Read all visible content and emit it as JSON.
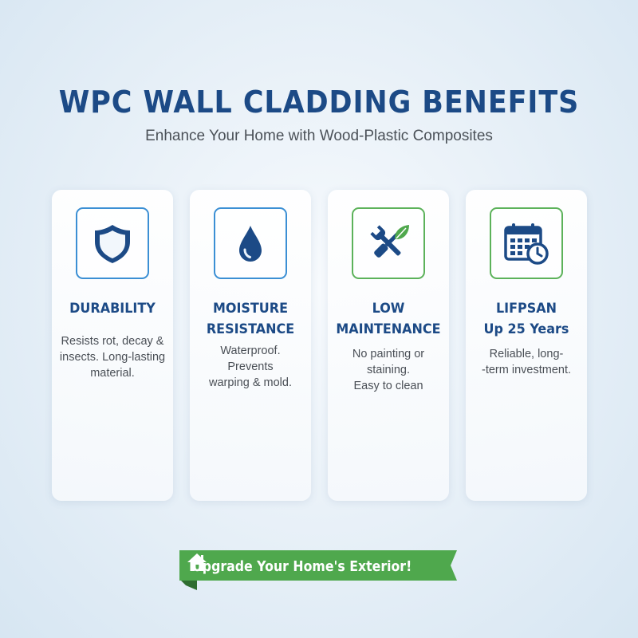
{
  "header": {
    "title": "WPC WALL CLADDING BENEFITS",
    "subtitle": "Enhance Your Home with Wood-Plastic Composites"
  },
  "colors": {
    "primary": "#1c4a86",
    "accent_blue": "#3b8fd4",
    "accent_green": "#5cb25a",
    "banner_green": "#4fa84d"
  },
  "cards": [
    {
      "icon": "shield-icon",
      "title_lines": [
        "DURABILITY"
      ],
      "desc_lines": [
        "Resists rot, decay &",
        "insects. Long-lasting",
        "material."
      ]
    },
    {
      "icon": "water-drop-icon",
      "title_lines": [
        "MOISTURE",
        "RESISTANCE"
      ],
      "desc_lines": [
        "Waterproof.",
        "Prevents",
        "warping & mold."
      ]
    },
    {
      "icon": "wrench-leaf-icon",
      "title_lines": [
        "LOW",
        "MAINTENANCE"
      ],
      "desc_lines": [
        "No painting or",
        "staining.",
        "Easy to clean"
      ]
    },
    {
      "icon": "calendar-clock-icon",
      "title_lines": [
        "LIFPSAN",
        "Up 25 Years"
      ],
      "desc_lines": [
        "Reliable, long-",
        "-term investment."
      ]
    }
  ],
  "cta": {
    "icon": "home-icon",
    "label": "Upgrade Your Home's Exterior!"
  }
}
